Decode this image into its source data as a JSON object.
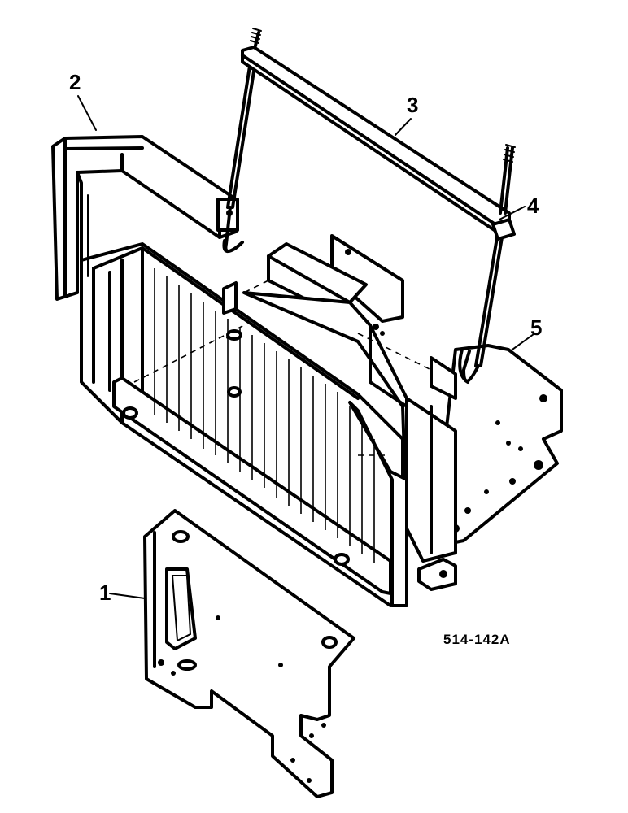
{
  "callouts": [
    {
      "id": "1",
      "label": "1"
    },
    {
      "id": "2",
      "label": "2"
    },
    {
      "id": "3",
      "label": "3"
    },
    {
      "id": "4",
      "label": "4"
    },
    {
      "id": "5",
      "label": "5"
    }
  ],
  "drawing_number": "514-142A",
  "colors": {
    "ink": "#000000",
    "paper": "#ffffff"
  }
}
